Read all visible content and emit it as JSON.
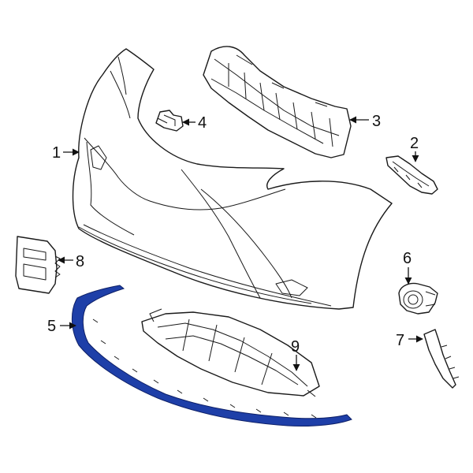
{
  "callouts": {
    "c1": "1",
    "c2": "2",
    "c3": "3",
    "c4": "4",
    "c5": "5",
    "c6": "6",
    "c7": "7",
    "c8": "8",
    "c9": "9"
  },
  "colors": {
    "highlight": "#1e3fa8",
    "line": "#1a1a1a",
    "background": "#ffffff"
  }
}
